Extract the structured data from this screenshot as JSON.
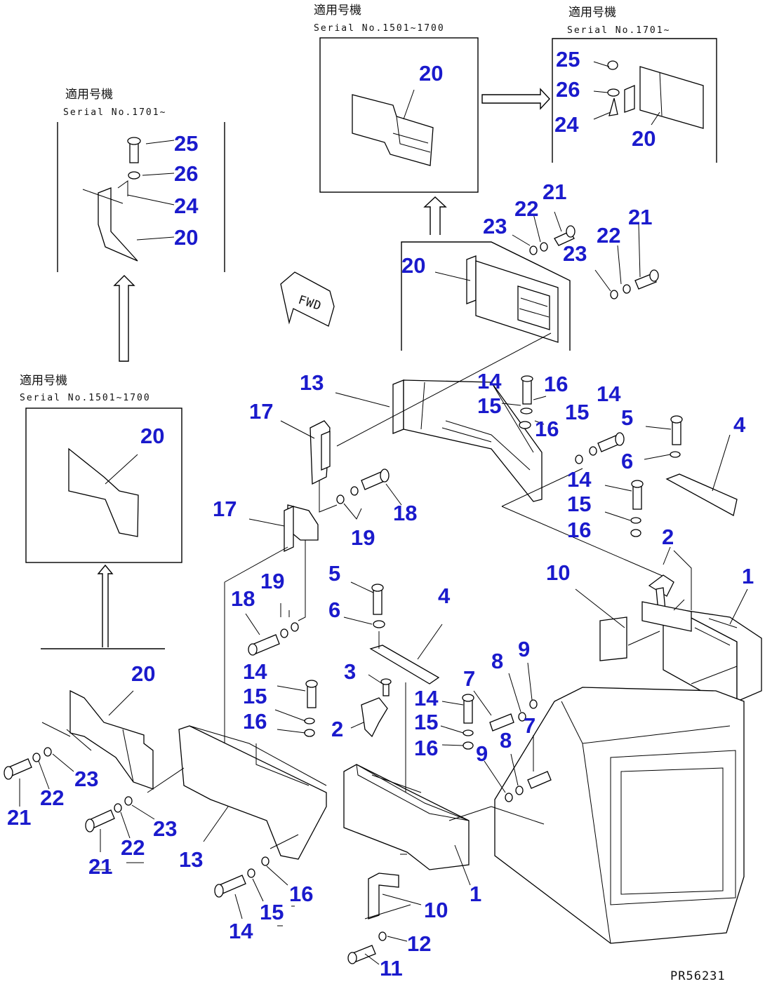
{
  "drawing_code": "PR56231",
  "fwd_label": "FWD",
  "insets": [
    {
      "title": "適用号機",
      "serial": "Serial No.1501~1700"
    },
    {
      "title": "適用号機",
      "serial": "Serial No.1701~"
    },
    {
      "title": "適用号機",
      "serial": "Serial No.1701~"
    },
    {
      "title": "適用号機",
      "serial": "Serial No.1501~1700"
    }
  ],
  "callouts": {
    "n1": "1",
    "n2": "2",
    "n3": "3",
    "n4": "4",
    "n5": "5",
    "n6": "6",
    "n7": "7",
    "n8": "8",
    "n9": "9",
    "n10": "10",
    "n11": "11",
    "n12": "12",
    "n13": "13",
    "n14": "14",
    "n15": "15",
    "n16": "16",
    "n17": "17",
    "n18": "18",
    "n19": "19",
    "n20": "20",
    "n21": "21",
    "n22": "22",
    "n23": "23",
    "n24": "24",
    "n25": "25",
    "n26": "26"
  },
  "colors": {
    "callout": "#1a1acc",
    "line": "#000000"
  }
}
